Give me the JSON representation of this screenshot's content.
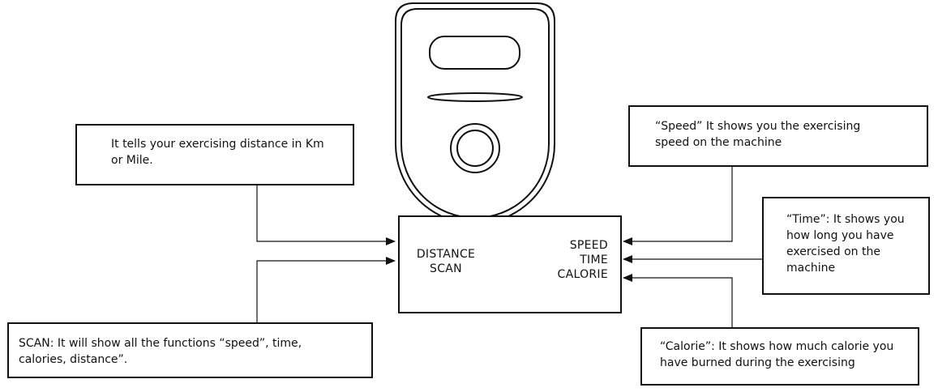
{
  "console_display": {
    "left_labels": [
      "DISTANCE",
      "SCAN"
    ],
    "right_labels": [
      "SPEED",
      "TIME",
      "CALORIE"
    ]
  },
  "callouts": {
    "distance": "It tells your exercising distance in Km or Mile.",
    "scan": "SCAN: It will show all the functions “speed”, time, calories, distance”.",
    "speed": "“Speed” It shows you the exercising speed on the machine",
    "time": "“Time”: It shows you how long you have exercised on the machine",
    "calorie": "“Calorie”: It shows how much calorie you have burned during the exercising"
  }
}
